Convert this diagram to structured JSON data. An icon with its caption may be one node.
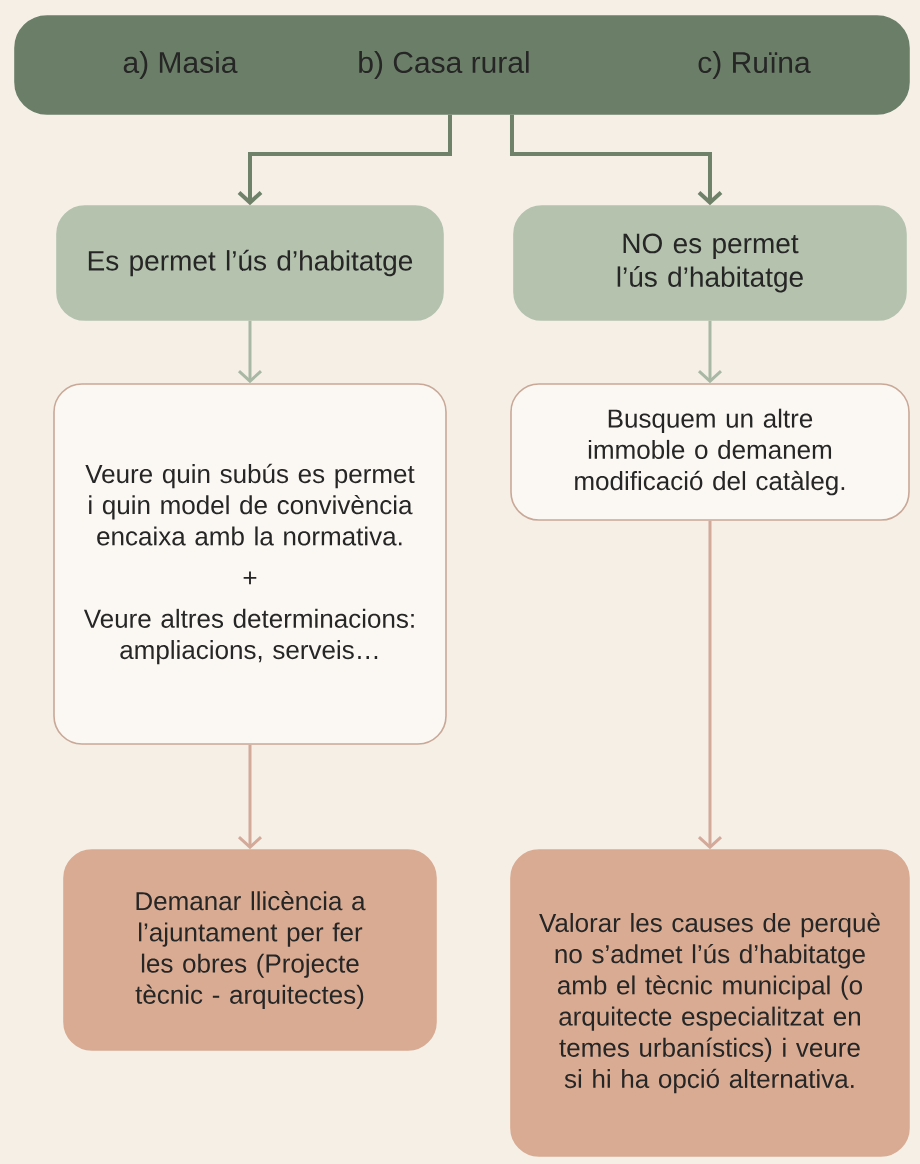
{
  "diagram": {
    "nodes": [
      {
        "text": [
          "a) Masia",
          "b) Casa rural",
          "c) Ruïna"
        ]
      },
      {
        "text": [
          "Es permet l’ús d’habitatge"
        ]
      },
      {
        "text": [
          "NO es permet l’ús d’habitatge"
        ]
      },
      {
        "text": [
          "Veure quin subús es permet i quin model de convivència encaixa amb la normativa.",
          "+",
          "Veure altres determinacions: ampliacions, serveis…"
        ]
      },
      {
        "text": [
          "Busquem un altre immoble o demanem modificació del catàleg."
        ]
      },
      {
        "text": [
          "Demanar llicència a l’ajuntament per fer les obres (Projecte tècnic - arquitectes)"
        ]
      },
      {
        "text": [
          "Valorar les causes de perquè no s’admet l’ús d’habitatge amb el tècnic municipal (o arquitecte especialitzat en temes urbanístics) i veure si hi ha opció alternativa."
        ]
      }
    ],
    "edges": [
      {
        "from": 0,
        "to": 1,
        "arrow": "to",
        "color": "#6f8269"
      },
      {
        "from": 0,
        "to": 2,
        "arrow": "to",
        "color": "#6f8269"
      },
      {
        "from": 1,
        "to": 3,
        "arrow": "to",
        "color": "#a9b8a4"
      },
      {
        "from": 2,
        "to": 4,
        "arrow": "to",
        "color": "#a9b8a4"
      },
      {
        "from": 3,
        "to": 5,
        "arrow": "to",
        "color": "#d3a99a"
      },
      {
        "from": 4,
        "to": 6,
        "arrow": "to",
        "color": "#d3a99a"
      }
    ]
  }
}
